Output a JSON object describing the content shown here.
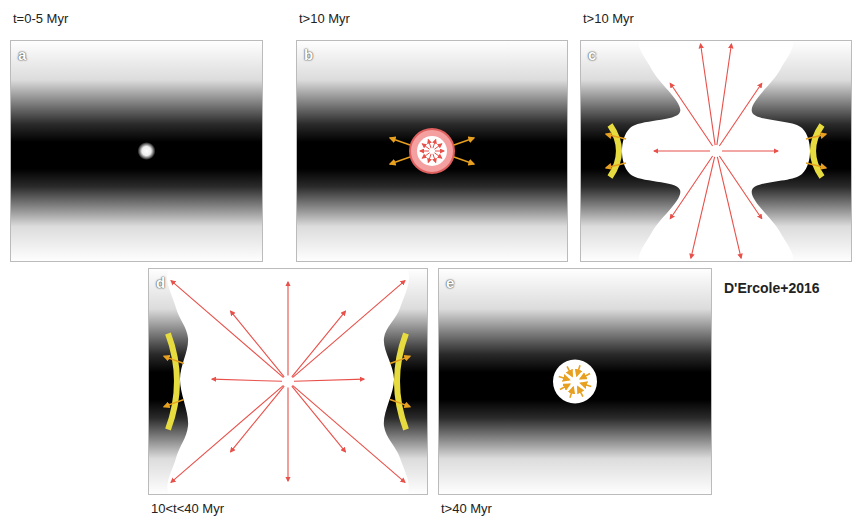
{
  "diagram": {
    "nodes": [
      {
        "text": [
          "t=0-5 Myr",
          "a"
        ]
      },
      {
        "text": [
          "t>10 Myr",
          "b"
        ]
      },
      {
        "text": [
          "t>10 Myr",
          "c"
        ]
      },
      {
        "text": [
          "d",
          "10<t<40 Myr"
        ]
      },
      {
        "text": [
          "e",
          "t>40 Myr"
        ]
      }
    ],
    "labels": [
      "D'Ercole+2016"
    ]
  }
}
